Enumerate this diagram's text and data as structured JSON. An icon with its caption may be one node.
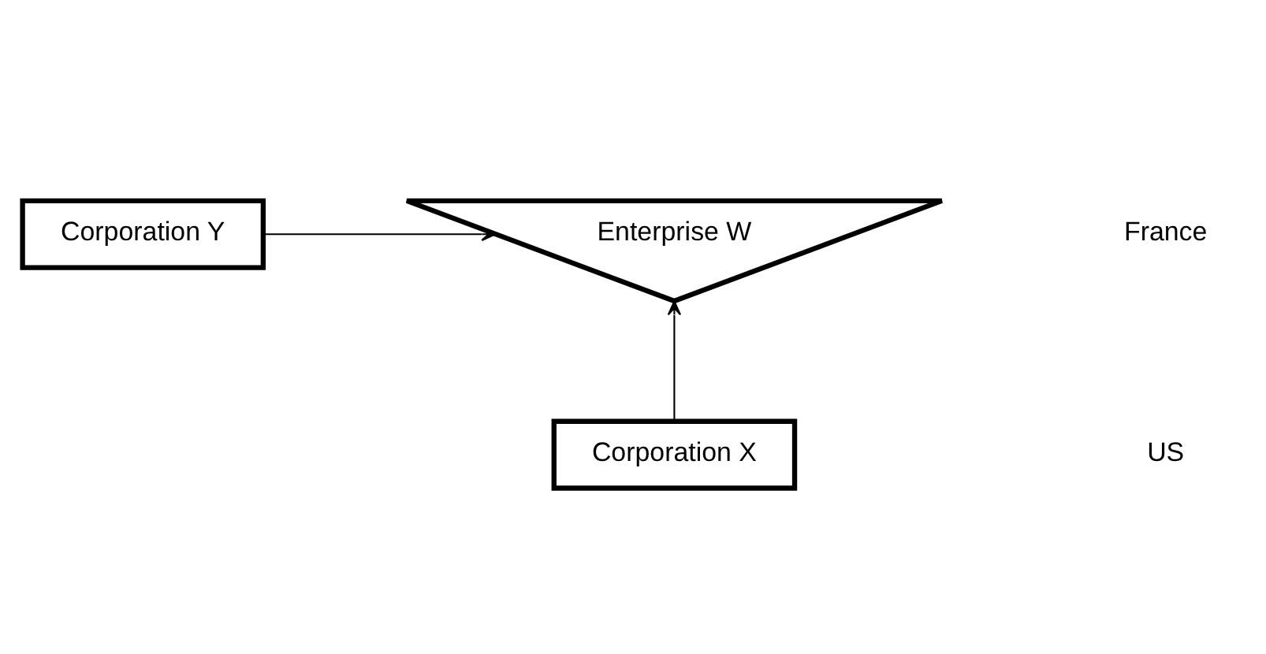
{
  "diagram": {
    "nodes": [
      {
        "text": [
          "Enterprise W"
        ]
      },
      {
        "text": [
          "Corporation Y"
        ]
      },
      {
        "text": [
          "Corporation X"
        ]
      }
    ],
    "edges": [
      {
        "from": 1,
        "to": 0,
        "arrow": "to"
      },
      {
        "from": 2,
        "to": 0,
        "arrow": "to"
      }
    ],
    "labels": [
      "France",
      "US"
    ]
  }
}
